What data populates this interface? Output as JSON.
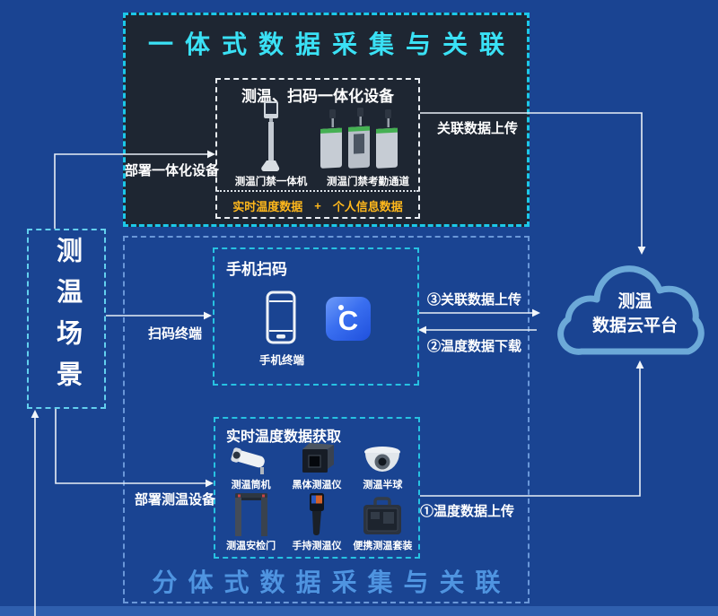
{
  "top_panel": {
    "title": "一体式数据采集与关联",
    "device_box": {
      "title": "测温、扫码一体化设备",
      "devices": [
        {
          "label": "测温门禁一体机",
          "icon": "access-kiosk"
        },
        {
          "label": "测温门禁考勤通道",
          "icon": "turnstile-gates"
        }
      ],
      "data_tags": {
        "left": "实时温度数据",
        "plus": "+",
        "right": "个人信息数据"
      }
    }
  },
  "scene_box": {
    "title": "测温场景"
  },
  "phone_box": {
    "title": "手机扫码",
    "terminal_label": "手机终端",
    "app_icon_letter": "C"
  },
  "sensor_box": {
    "title": "实时温度数据获取",
    "devices": [
      {
        "label": "测温筒机",
        "icon": "bullet-camera"
      },
      {
        "label": "黑体测温仪",
        "icon": "blackbody-calibrator"
      },
      {
        "label": "测温半球",
        "icon": "dome-camera"
      },
      {
        "label": "测温安检门",
        "icon": "security-gate"
      },
      {
        "label": "手持测温仪",
        "icon": "handheld-thermometer"
      },
      {
        "label": "便携测温套装",
        "icon": "portable-kit"
      }
    ]
  },
  "bottom_section": {
    "title": "分体式数据采集与关联"
  },
  "cloud": {
    "line1": "测温",
    "line2": "数据云平台"
  },
  "connections": {
    "deploy_integrated": "部署一体化设备",
    "scan_terminal": "扫码终端",
    "deploy_sensors": "部署测温设备",
    "assoc_upload_top": "关联数据上传",
    "assoc_upload_3": "③关联数据上传",
    "temp_download_2": "②温度数据下载",
    "temp_upload_1": "①温度数据上传"
  },
  "colors": {
    "background": "#1a4492",
    "bottom_strip": "#2f5fae",
    "dark_panel": "#1e2632",
    "cyan_accent": "#2fd8ef",
    "yellow_accent": "#ffb81c",
    "light_blue_title": "#4f94e0",
    "cloud_outline": "#6ca9d8",
    "connector": "#e8eef6"
  }
}
